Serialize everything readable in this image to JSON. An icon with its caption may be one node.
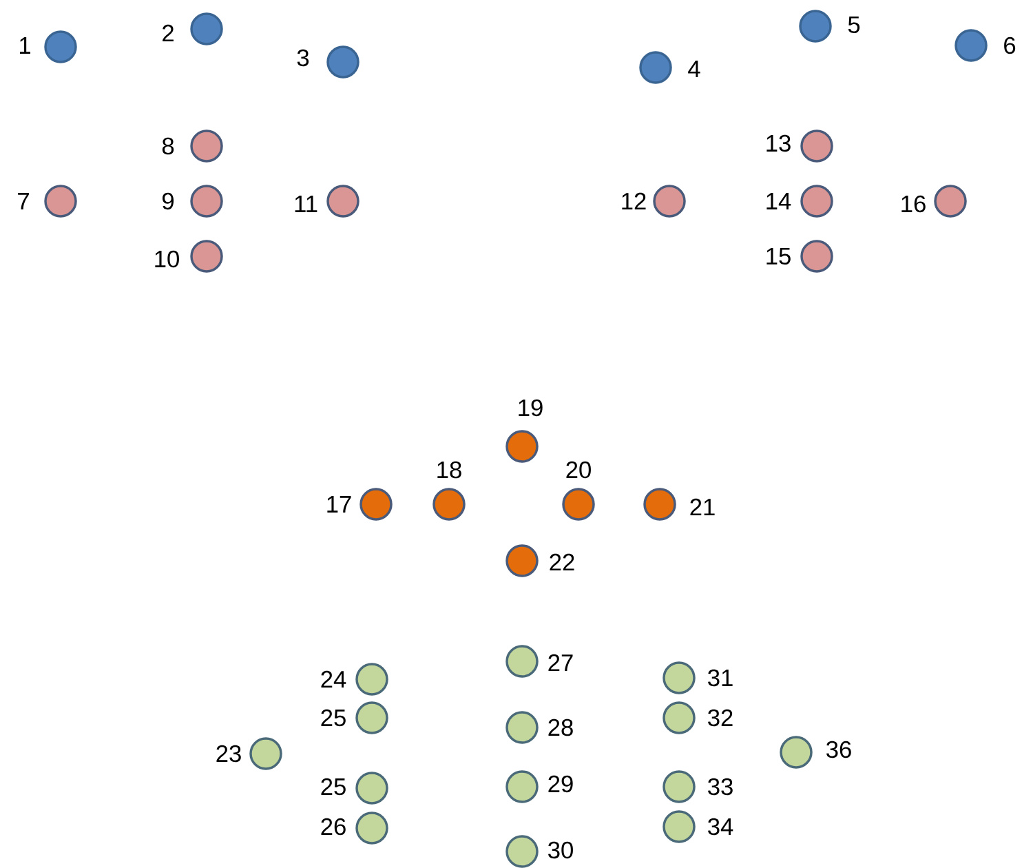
{
  "diagram": {
    "nodes": [
      {
        "text": [],
        "shape": "circle",
        "beside": [
          "1"
        ]
      },
      {
        "text": [],
        "shape": "circle",
        "beside": [
          "2"
        ]
      },
      {
        "text": [],
        "shape": "circle",
        "beside": [
          "3"
        ]
      },
      {
        "text": [],
        "shape": "circle",
        "beside": [
          "4"
        ]
      },
      {
        "text": [],
        "shape": "circle",
        "beside": [
          "5"
        ]
      },
      {
        "text": [],
        "shape": "circle",
        "beside": [
          "6"
        ]
      },
      {
        "text": [],
        "shape": "circle",
        "beside": [
          "7"
        ]
      },
      {
        "text": [],
        "shape": "circle",
        "beside": [
          "8"
        ]
      },
      {
        "text": [],
        "shape": "circle",
        "beside": [
          "9"
        ]
      },
      {
        "text": [],
        "shape": "circle",
        "beside": [
          "10"
        ]
      },
      {
        "text": [],
        "shape": "circle",
        "beside": [
          "11"
        ]
      },
      {
        "text": [],
        "shape": "circle",
        "beside": [
          "12"
        ]
      },
      {
        "text": [],
        "shape": "circle",
        "beside": [
          "13"
        ]
      },
      {
        "text": [],
        "shape": "circle",
        "beside": [
          "14"
        ]
      },
      {
        "text": [],
        "shape": "circle",
        "beside": [
          "15"
        ]
      },
      {
        "text": [],
        "shape": "circle",
        "beside": [
          "16"
        ]
      },
      {
        "text": [],
        "shape": "circle",
        "beside": [
          "17"
        ]
      },
      {
        "text": [],
        "shape": "circle",
        "beside": [
          "18"
        ]
      },
      {
        "text": [],
        "shape": "circle",
        "beside": [
          "19"
        ]
      },
      {
        "text": [],
        "shape": "circle",
        "beside": [
          "20"
        ]
      },
      {
        "text": [],
        "shape": "circle",
        "beside": [
          "21"
        ]
      },
      {
        "text": [],
        "shape": "circle",
        "beside": [
          "22"
        ]
      },
      {
        "text": [],
        "shape": "circle",
        "beside": [
          "23"
        ]
      },
      {
        "text": [],
        "shape": "circle",
        "beside": [
          "24"
        ]
      },
      {
        "text": [],
        "shape": "circle",
        "beside": [
          "25"
        ]
      },
      {
        "text": [],
        "shape": "circle",
        "beside": [
          "25"
        ]
      },
      {
        "text": [],
        "shape": "circle",
        "beside": [
          "26"
        ]
      },
      {
        "text": [],
        "shape": "circle",
        "beside": [
          "27"
        ]
      },
      {
        "text": [],
        "shape": "circle",
        "beside": [
          "28"
        ]
      },
      {
        "text": [],
        "shape": "circle",
        "beside": [
          "29"
        ]
      },
      {
        "text": [],
        "shape": "circle",
        "beside": [
          "30"
        ]
      },
      {
        "text": [],
        "shape": "circle",
        "beside": [
          "31"
        ]
      },
      {
        "text": [],
        "shape": "circle",
        "beside": [
          "32"
        ]
      },
      {
        "text": [],
        "shape": "circle",
        "beside": [
          "33"
        ]
      },
      {
        "text": [],
        "shape": "circle",
        "beside": [
          "34"
        ]
      },
      {
        "text": [],
        "shape": "circle",
        "beside": [
          "36"
        ]
      }
    ]
  }
}
